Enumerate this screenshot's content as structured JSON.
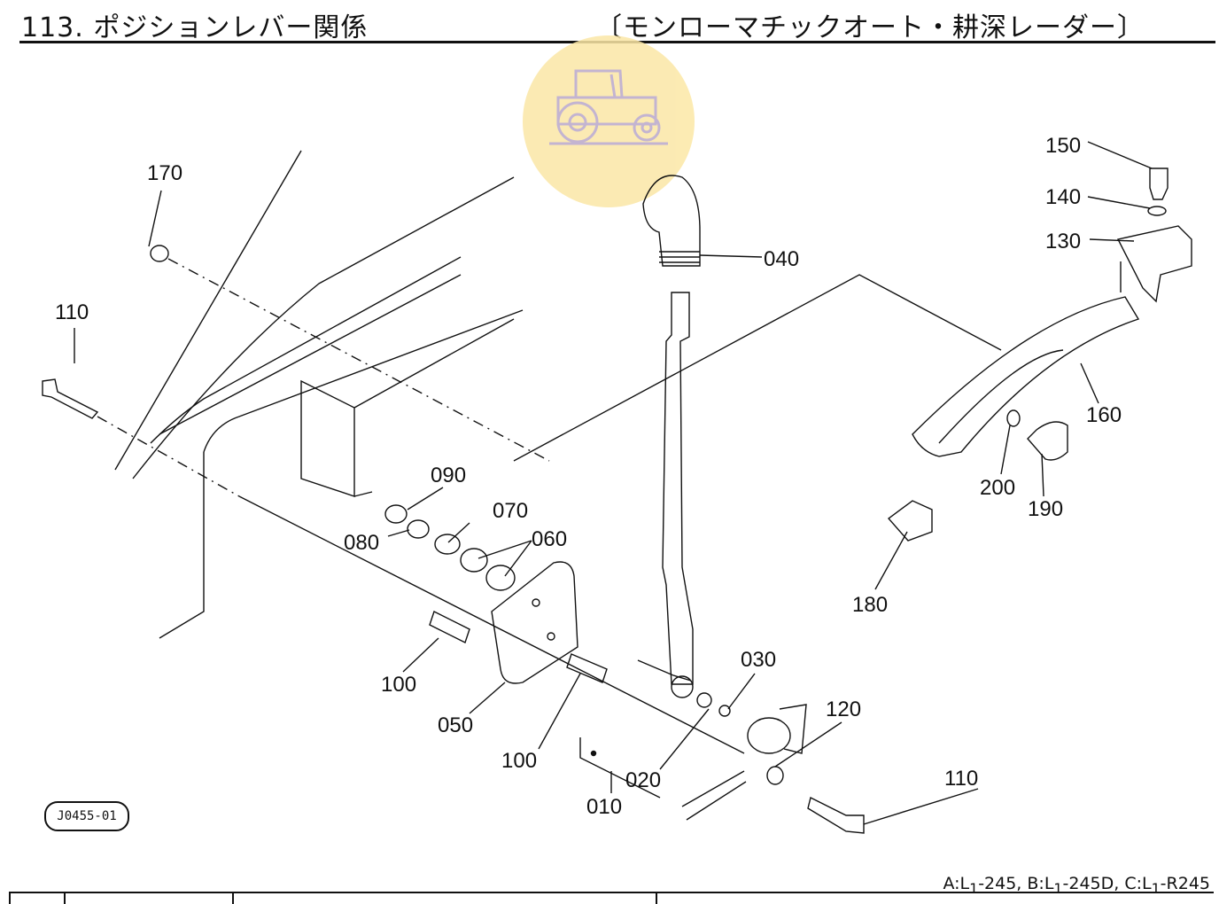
{
  "header": {
    "title": "113. ポジションレバー関係",
    "subtitle": "〔モンローマチックオート・耕深レーダー〕"
  },
  "figure_code": "J0455-01",
  "part_labels": {
    "p010": "010",
    "p020": "020",
    "p030": "030",
    "p040": "040",
    "p050": "050",
    "p060": "060",
    "p070": "070",
    "p080": "080",
    "p090": "090",
    "p100a": "100",
    "p100b": "100",
    "p110a": "110",
    "p110b": "110",
    "p120": "120",
    "p130": "130",
    "p140": "140",
    "p150": "150",
    "p160": "160",
    "p170": "170",
    "p180": "180",
    "p190": "190",
    "p200": "200"
  },
  "footer": {
    "models_a": "A:L",
    "models_a_sub": "1",
    "models_a_rest": "-245,  B:L",
    "models_b_sub": "1",
    "models_b_rest": "-245D,  C:L",
    "models_c_sub": "1",
    "models_c_rest": "-R245"
  },
  "colors": {
    "ink": "#111111",
    "watermark": "#fbe7a6"
  }
}
